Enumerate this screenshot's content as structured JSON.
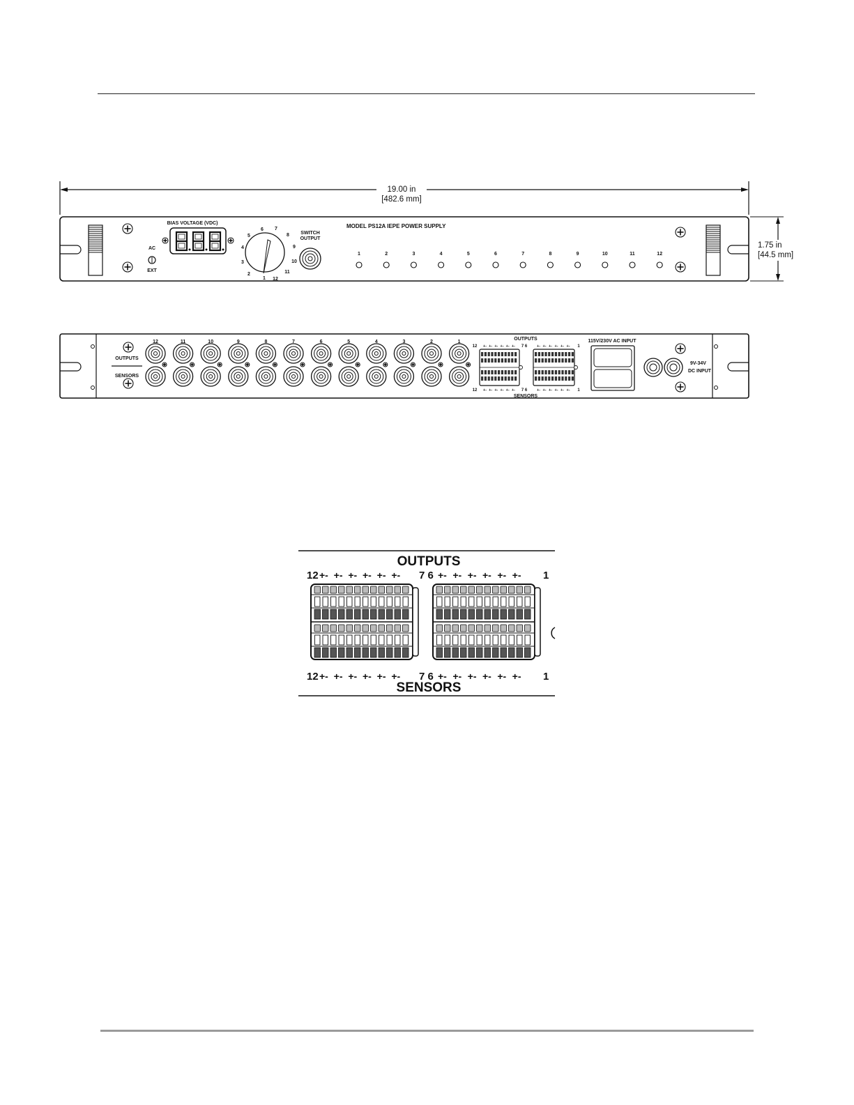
{
  "dimensions": {
    "width_in": "19.00 in",
    "width_mm": "[482.6 mm]",
    "height_in": "1.75 in",
    "height_mm": "[44.5 mm]"
  },
  "front_panel": {
    "model_title": "MODEL PS12A IEPE POWER SUPPLY",
    "bias_voltage_label": "BIAS VOLTAGE (VDC)",
    "switch_label_line1": "SWITCH",
    "switch_label_line2": "OUTPUT",
    "ac_label": "AC",
    "ext_label": "EXT",
    "dial_numbers": [
      "1",
      "2",
      "3",
      "4",
      "5",
      "6",
      "7",
      "8",
      "9",
      "10",
      "11",
      "12"
    ],
    "channel_numbers": [
      "1",
      "2",
      "3",
      "4",
      "5",
      "6",
      "7",
      "8",
      "9",
      "10",
      "11",
      "12"
    ]
  },
  "rear_panel": {
    "channel_numbers": [
      "12",
      "11",
      "10",
      "9",
      "8",
      "7",
      "6",
      "5",
      "4",
      "3",
      "2",
      "1"
    ],
    "outputs_label": "OUTPUTS",
    "sensors_label": "SENSORS",
    "terminal_outputs_label": "OUTPUTS",
    "terminal_sensors_label": "SENSORS",
    "ac_input_label": "115V/230V AC INPUT",
    "dc_input_line1": "9V-34V",
    "dc_input_line2": "DC INPUT",
    "terminal_left_end": "12",
    "terminal_mid": "7 6",
    "terminal_right_end": "1",
    "polarity_pair": "+-"
  },
  "detail": {
    "outputs_title": "OUTPUTS",
    "sensors_title": "SENSORS",
    "top_left": "12",
    "top_mid": "7 6",
    "top_right": "1",
    "bottom_left": "12",
    "bottom_mid": "7 6",
    "bottom_right": "1",
    "polarity_pair": "+-"
  }
}
